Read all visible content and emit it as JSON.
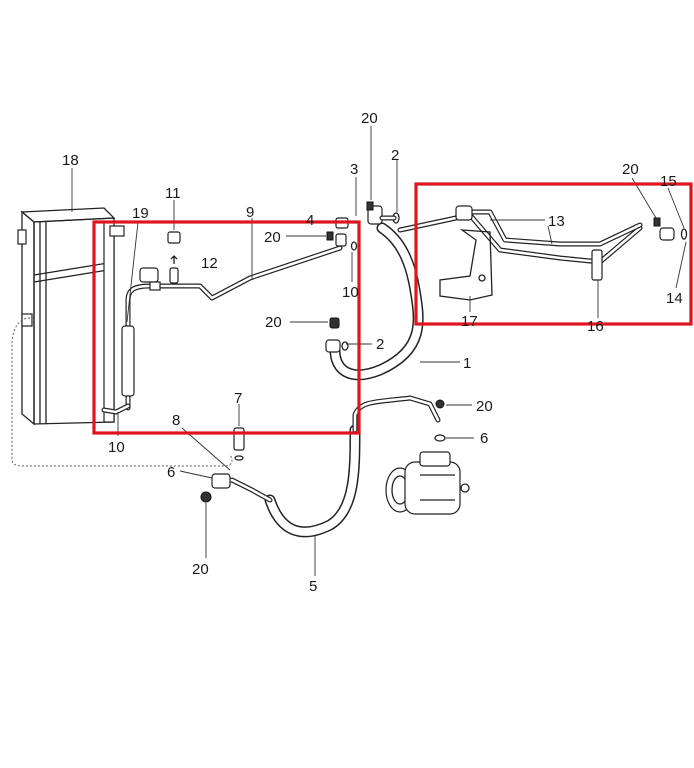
{
  "diagram": {
    "callouts": [
      {
        "key": "c18",
        "text": "18"
      },
      {
        "key": "c19",
        "text": "19"
      },
      {
        "key": "c11",
        "text": "11"
      },
      {
        "key": "c12",
        "text": "12"
      },
      {
        "key": "c9",
        "text": "9"
      },
      {
        "key": "c4",
        "text": "4"
      },
      {
        "key": "c20a",
        "text": "20"
      },
      {
        "key": "c3",
        "text": "3"
      },
      {
        "key": "c20b",
        "text": "20"
      },
      {
        "key": "c2a",
        "text": "2"
      },
      {
        "key": "c10a",
        "text": "10"
      },
      {
        "key": "c20c",
        "text": "20"
      },
      {
        "key": "c2b",
        "text": "2"
      },
      {
        "key": "c1",
        "text": "1"
      },
      {
        "key": "c13",
        "text": "13"
      },
      {
        "key": "c20d",
        "text": "20"
      },
      {
        "key": "c15",
        "text": "15"
      },
      {
        "key": "c17",
        "text": "17"
      },
      {
        "key": "c16",
        "text": "16"
      },
      {
        "key": "c14",
        "text": "14"
      },
      {
        "key": "c10b",
        "text": "10"
      },
      {
        "key": "c7",
        "text": "7"
      },
      {
        "key": "c8",
        "text": "8"
      },
      {
        "key": "c6a",
        "text": "6"
      },
      {
        "key": "c20e",
        "text": "20"
      },
      {
        "key": "c6b",
        "text": "6"
      },
      {
        "key": "c20f",
        "text": "20"
      },
      {
        "key": "c5",
        "text": "5"
      }
    ]
  }
}
